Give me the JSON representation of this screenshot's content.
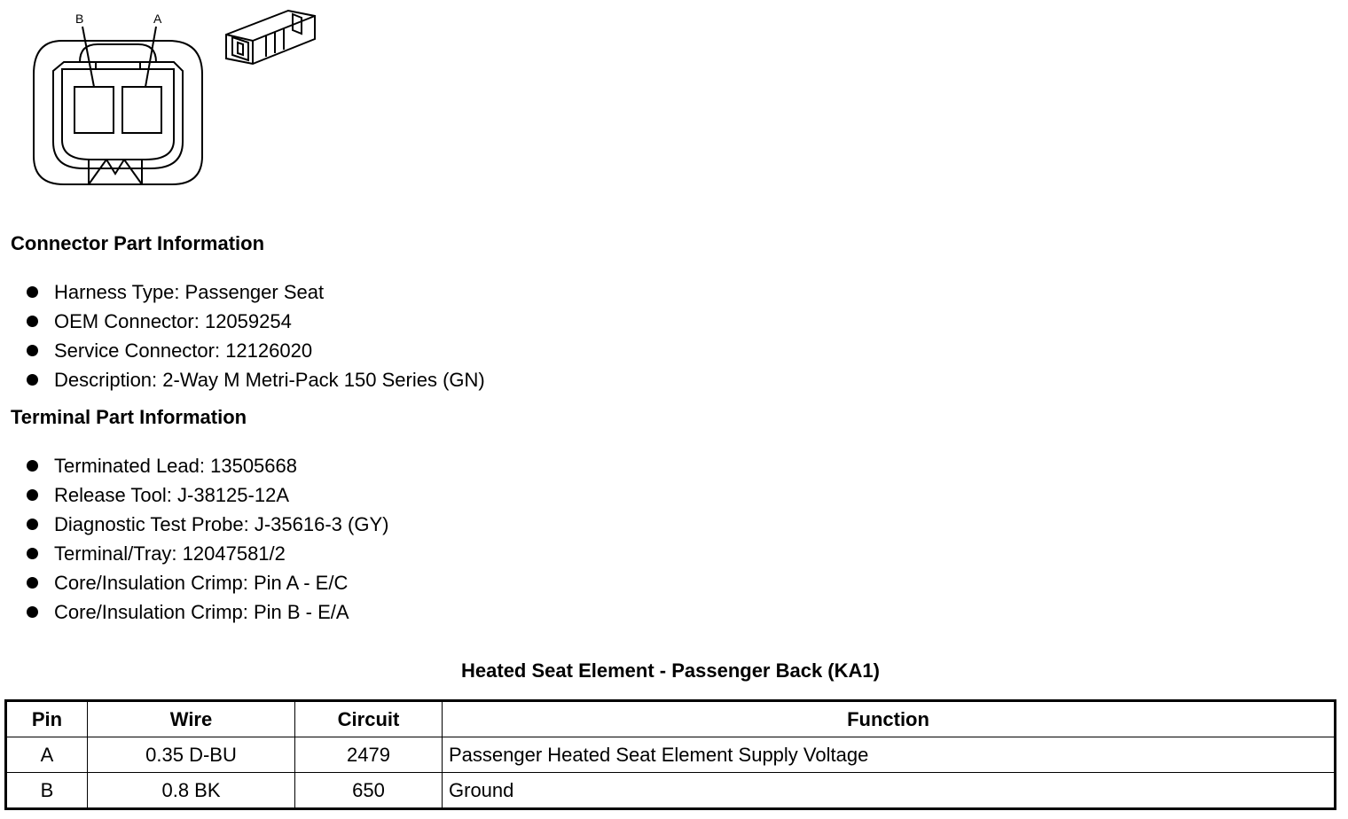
{
  "diagram": {
    "pin_labels": [
      "B",
      "A"
    ]
  },
  "connector": {
    "heading": "Connector Part Information",
    "items": [
      "Harness Type: Passenger Seat",
      "OEM Connector: 12059254",
      "Service Connector: 12126020",
      "Description: 2-Way M Metri-Pack 150 Series (GN)"
    ]
  },
  "terminal": {
    "heading": "Terminal Part Information",
    "items": [
      "Terminated Lead: 13505668",
      "Release Tool: J-38125-12A",
      "Diagnostic Test Probe: J-35616-3 (GY)",
      "Terminal/Tray: 12047581/2",
      "Core/Insulation Crimp: Pin A - E/C",
      "Core/Insulation Crimp: Pin B - E/A"
    ]
  },
  "table": {
    "title": "Heated Seat Element - Passenger Back (KA1)",
    "headers": [
      "Pin",
      "Wire",
      "Circuit",
      "Function"
    ],
    "rows": [
      [
        "A",
        "0.35 D-BU",
        "2479",
        "Passenger Heated Seat Element Supply Voltage"
      ],
      [
        "B",
        "0.8 BK",
        "650",
        "Ground"
      ]
    ]
  }
}
